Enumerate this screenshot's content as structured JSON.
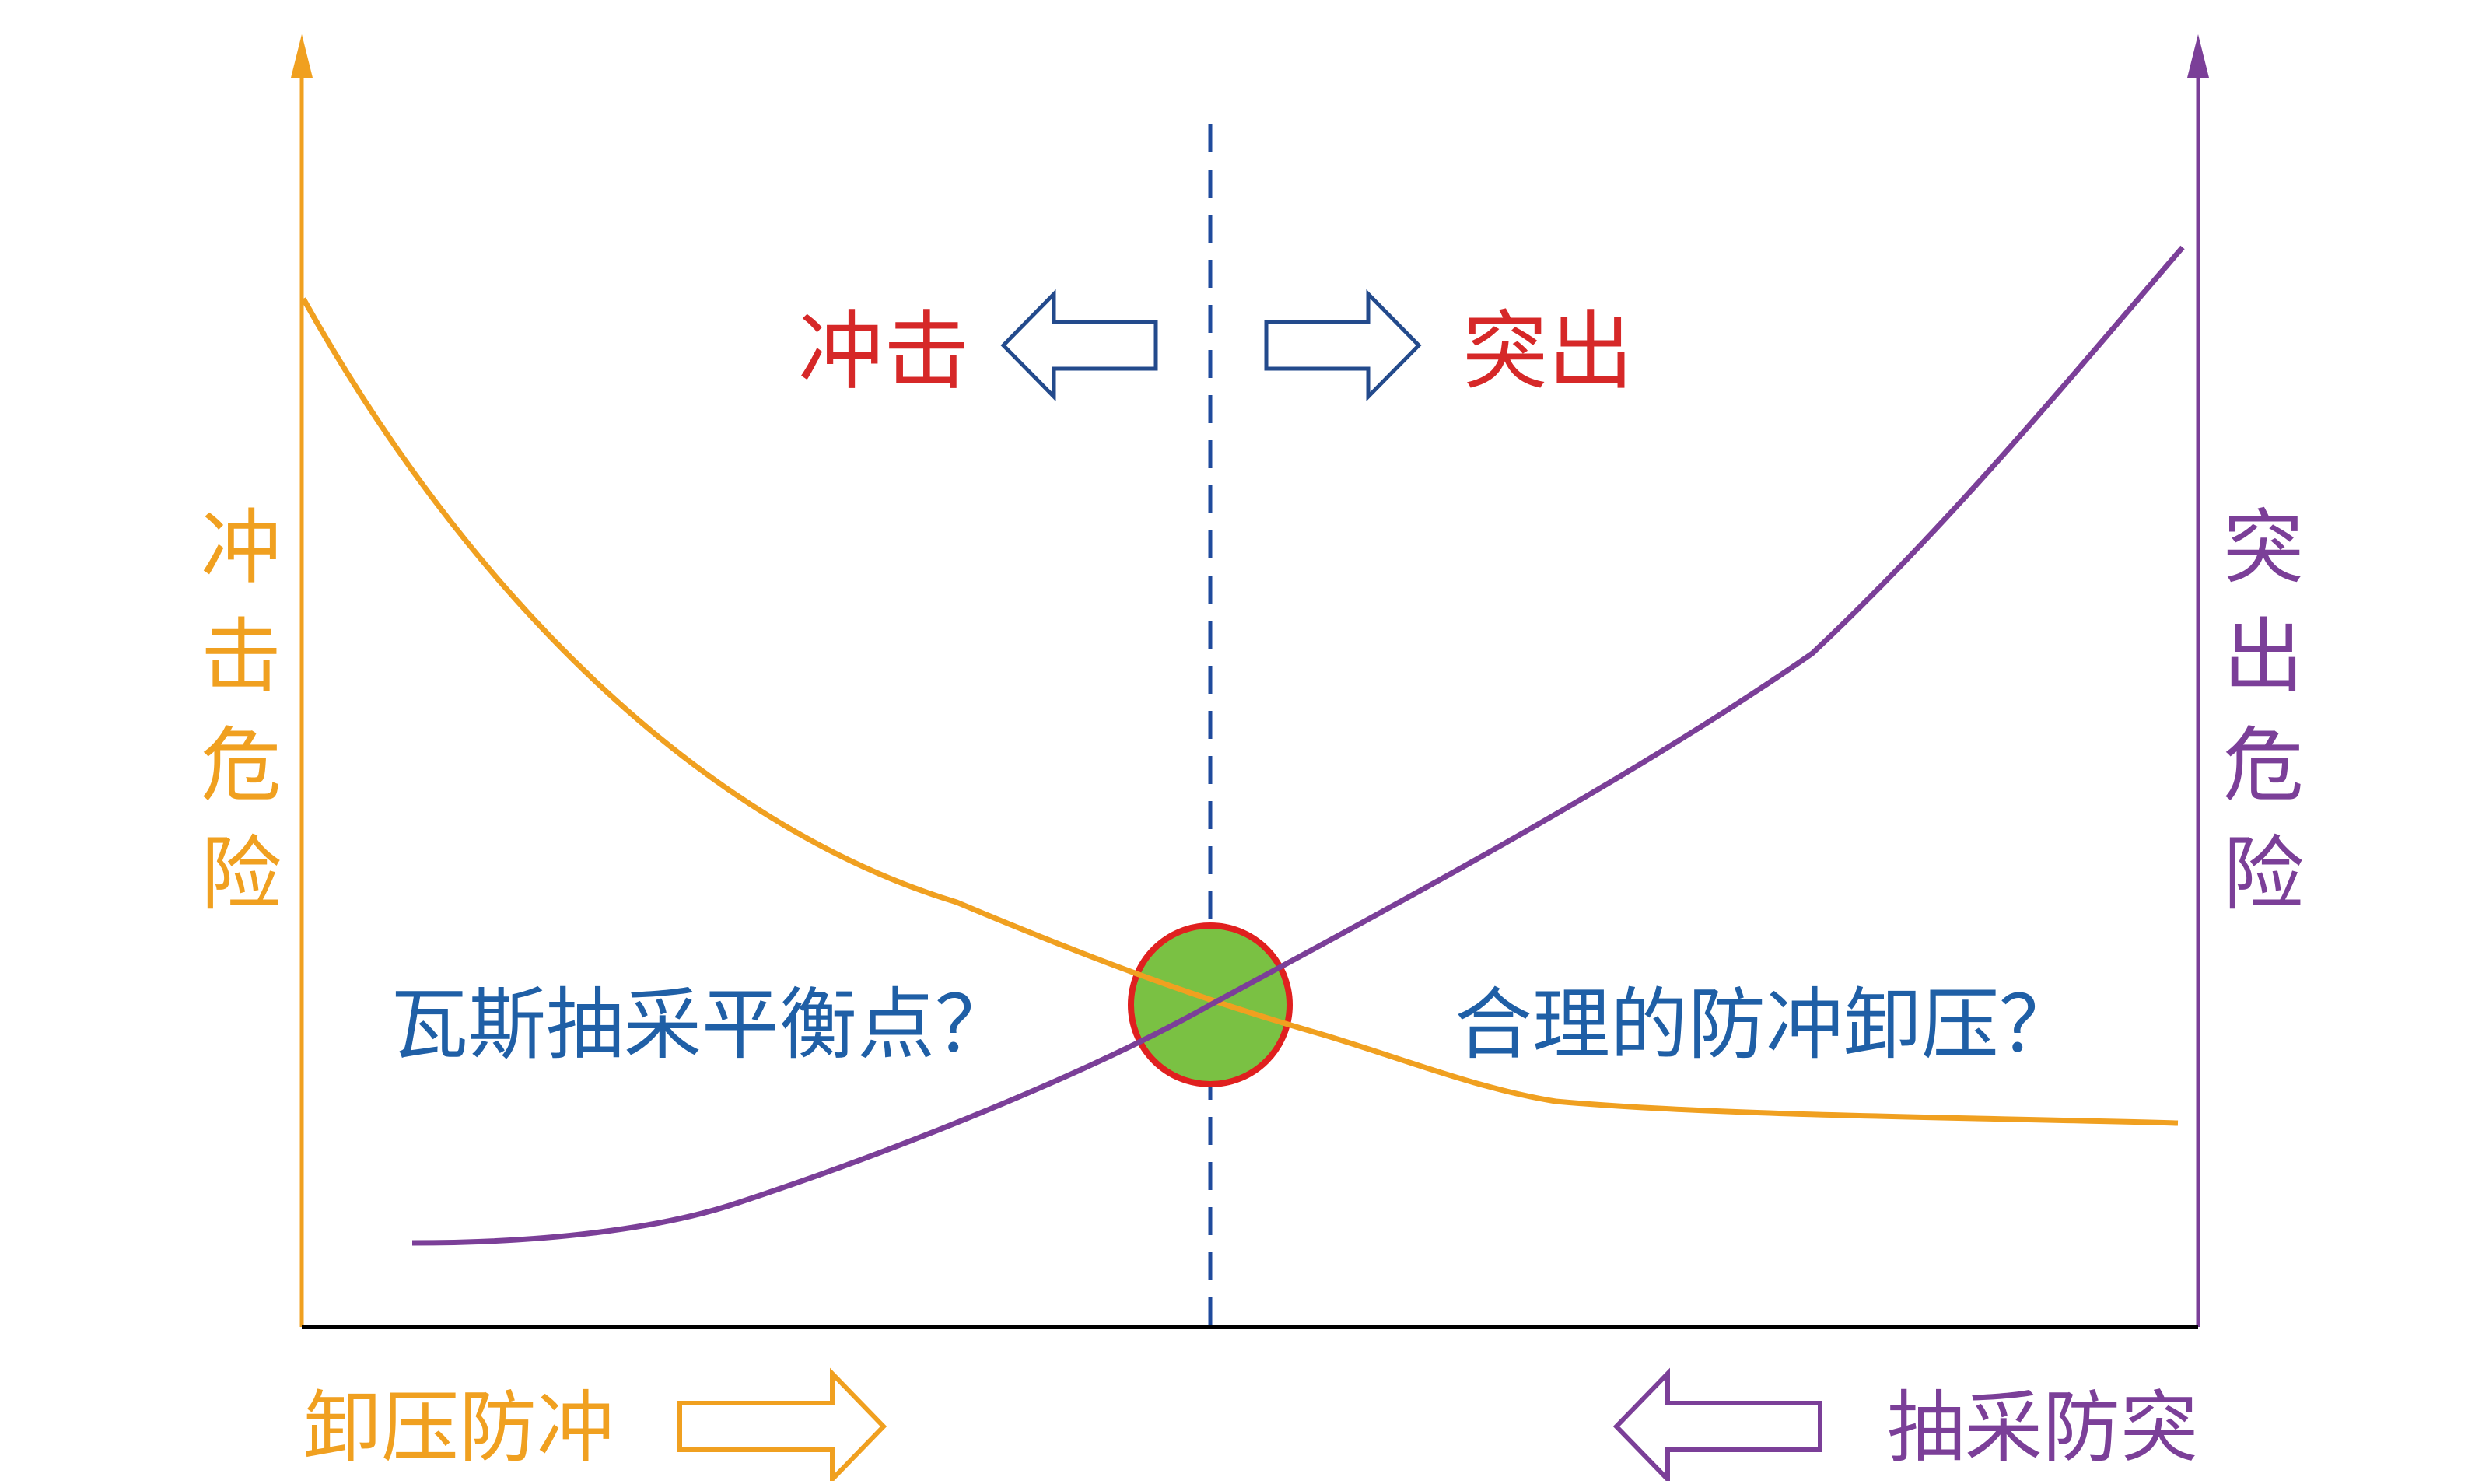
{
  "colors": {
    "impact": "#f0a020",
    "outburst": "#7b3f98",
    "direction_text": "#d62828",
    "balance_text": "#1f5fa6",
    "arrow_outline": "#234a8c",
    "axis": "#000000",
    "dashed_line": "#1f4a9c",
    "balance_fill": "#7ac143",
    "balance_stroke": "#e0201f"
  },
  "left_axis": {
    "label": [
      "冲",
      "击",
      "危",
      "险"
    ]
  },
  "right_axis": {
    "label": [
      "突",
      "出",
      "危",
      "险"
    ]
  },
  "direction_labels": {
    "left": "冲击",
    "right": "突出"
  },
  "balance_labels": {
    "left": "瓦斯抽采平衡点？",
    "right": "合理的防冲卸压？"
  },
  "bottom_labels": {
    "left": "卸压防冲",
    "right": "抽采防突"
  },
  "icons": {
    "direction_left": "hollow-left-arrow-icon",
    "direction_right": "hollow-right-arrow-icon",
    "bottom_left": "hollow-right-arrow-icon",
    "bottom_right": "hollow-left-arrow-icon",
    "balance_point": "balance-point-circle"
  }
}
